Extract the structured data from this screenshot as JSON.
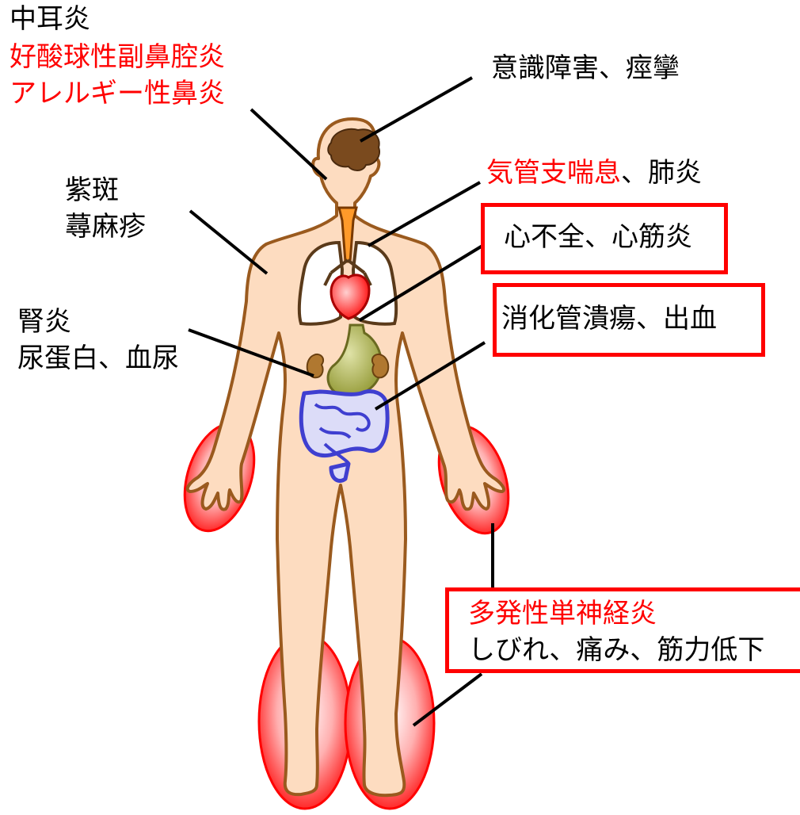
{
  "labels": {
    "ear": [
      "中耳炎",
      "好酸球性副鼻腔炎",
      "アレルギー性鼻炎"
    ],
    "brain": "意識障害、痙攣",
    "lung_red": "気管支喘息",
    "lung_black": "、肺炎",
    "skin": [
      "紫斑",
      "蕁麻疹"
    ],
    "heart": "心不全、心筋炎",
    "gi": "消化管潰瘍、出血",
    "kidney": [
      "腎炎",
      "尿蛋白、血尿"
    ],
    "nerve_title": "多発性単神経炎",
    "nerve_symptoms": "しびれ、痛み、筋力低下"
  },
  "colors": {
    "highlight": "#ff0000",
    "body_fill": "#fddcc0",
    "body_stroke": "#9a5a1e",
    "inflamed_fill": "#ff6a6a",
    "intestine": "#3f3fd0",
    "stomach": "#a8b050",
    "heart": "#ff2020",
    "brain": "#7a4a1e"
  }
}
